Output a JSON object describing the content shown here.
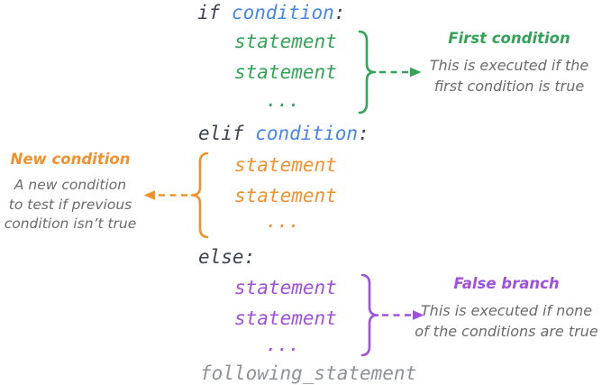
{
  "colors": {
    "background": "#FFFFFF",
    "keyword": "#3A434F",
    "condition": "#4687EC",
    "green": "#33A457",
    "orange": "#F2922F",
    "purple": "#9F51DE",
    "annotation_text": "#6B6B6B",
    "following": "#8F9298"
  },
  "code": {
    "lines": [
      {
        "name": "if-line",
        "tokens": [
          {
            "text": "if ",
            "style": "keyword"
          },
          {
            "text": "condition",
            "style": "condition"
          },
          {
            "text": ":",
            "style": "keyword"
          }
        ]
      },
      {
        "name": "if-statement-1",
        "tokens": [
          {
            "text": "statement",
            "style": "green"
          }
        ]
      },
      {
        "name": "if-statement-2",
        "tokens": [
          {
            "text": "statement",
            "style": "green"
          }
        ]
      },
      {
        "name": "if-ellipsis",
        "tokens": [
          {
            "text": "...",
            "style": "green"
          }
        ]
      },
      {
        "name": "elif-line",
        "tokens": [
          {
            "text": "elif ",
            "style": "keyword"
          },
          {
            "text": "condition",
            "style": "condition"
          },
          {
            "text": ":",
            "style": "keyword"
          }
        ]
      },
      {
        "name": "elif-statement-1",
        "tokens": [
          {
            "text": "statement",
            "style": "orange"
          }
        ]
      },
      {
        "name": "elif-statement-2",
        "tokens": [
          {
            "text": "statement",
            "style": "orange"
          }
        ]
      },
      {
        "name": "elif-ellipsis",
        "tokens": [
          {
            "text": "...",
            "style": "orange"
          }
        ]
      },
      {
        "name": "else-line",
        "tokens": [
          {
            "text": "else:",
            "style": "keyword"
          }
        ]
      },
      {
        "name": "else-statement-1",
        "tokens": [
          {
            "text": "statement",
            "style": "purple"
          }
        ]
      },
      {
        "name": "else-statement-2",
        "tokens": [
          {
            "text": "statement",
            "style": "purple"
          }
        ]
      },
      {
        "name": "else-ellipsis",
        "tokens": [
          {
            "text": "...",
            "style": "purple"
          }
        ]
      },
      {
        "name": "following-statement",
        "tokens": [
          {
            "text": "following_statement",
            "style": "following"
          }
        ]
      }
    ]
  },
  "annotations": {
    "first_condition": {
      "title": "First condition",
      "line1": "This is executed if the",
      "line2": "first condition is true"
    },
    "new_condition": {
      "title": "New condition",
      "line1": "A new condition",
      "line2": "to test if previous",
      "line3": "condition isn’t true"
    },
    "false_branch": {
      "title": "False branch",
      "line1": "This is executed if none",
      "line2": "of the conditions are true"
    }
  }
}
